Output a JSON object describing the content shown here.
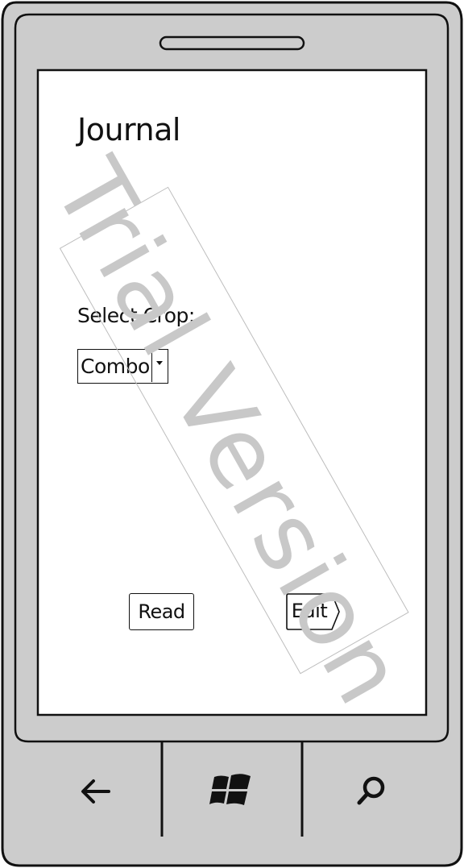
{
  "screen": {
    "title": "Journal",
    "crop_label": "Select Crop:",
    "crop_combo": {
      "selected_value": "Combo"
    },
    "buttons": {
      "read_label": "Read",
      "edit_label": "Edit"
    }
  },
  "watermark": {
    "text": "Trial Version"
  },
  "hardware_buttons": {
    "back_icon": "back-arrow-icon",
    "start_icon": "windows-logo-icon",
    "search_icon": "search-icon"
  },
  "colors": {
    "phone_body": "#cccccc",
    "screen_background": "#ffffff",
    "outline": "#111111",
    "watermark": "#c8c8c8"
  }
}
